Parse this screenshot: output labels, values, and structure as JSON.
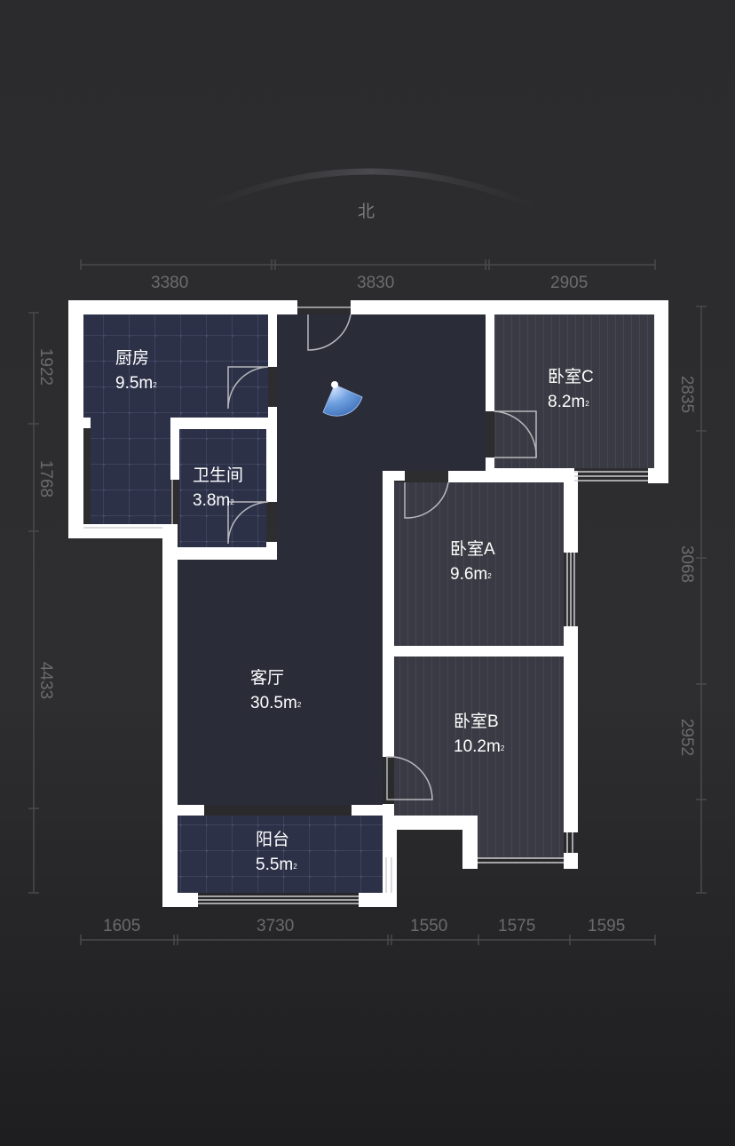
{
  "compass": {
    "label": "北"
  },
  "dimensions": {
    "top": [
      "3380",
      "3830",
      "2905"
    ],
    "bottom": [
      "1605",
      "3730",
      "1550",
      "1575",
      "1595"
    ],
    "left": [
      "1922",
      "1768",
      "4433"
    ],
    "right": [
      "2835",
      "3068",
      "2952"
    ]
  },
  "rooms": [
    {
      "name": "厨房",
      "area": "9.5m",
      "unit_sup": "2"
    },
    {
      "name": "卫生间",
      "area": "3.8m",
      "unit_sup": "2"
    },
    {
      "name": "客厅",
      "area": "30.5m",
      "unit_sup": "2"
    },
    {
      "name": "阳台",
      "area": "5.5m",
      "unit_sup": "2"
    },
    {
      "name": "卧室C",
      "area": "8.2m",
      "unit_sup": "2"
    },
    {
      "name": "卧室A",
      "area": "9.6m",
      "unit_sup": "2"
    },
    {
      "name": "卧室B",
      "area": "10.2m",
      "unit_sup": "2"
    }
  ],
  "colors": {
    "background": "#2b2b2d",
    "wall": "#ffffff",
    "tile_floor": "#2d3148",
    "wood_floor": "#3a3a44",
    "living_floor": "#2a2c38",
    "view_cone": "#6fa0e0",
    "dimension_text": "#6b6b6d"
  }
}
